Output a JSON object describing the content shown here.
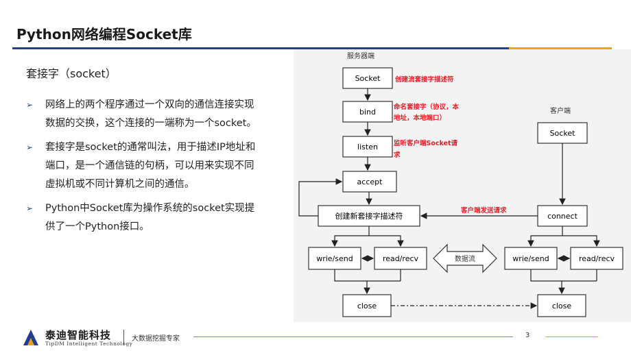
{
  "header": {
    "title": "Python网络编程Socket库"
  },
  "content": {
    "subtitle": "套接字（socket）",
    "bullets": [
      {
        "line1": "网络上的两个程序通过一个双向的通信连接实现",
        "line2": "数据的交换，这个连接的一端称为一个socket。"
      },
      {
        "line1": "套接字是socket的通常叫法，用于描述IP地址和",
        "line2": "端口，是一个通信链的句柄，可以用来实现不同",
        "line3": "虚拟机或不同计算机之间的通信。"
      },
      {
        "line1": "Python中Socket库为操作系统的socket实现提",
        "line2": "供了一个Python接口。"
      }
    ],
    "bullet_icon": "arrow-right-icon"
  },
  "diagram": {
    "server_label": "服务器端",
    "client_label": "客户端",
    "server_nodes": {
      "socket": "Socket",
      "bind": "bind",
      "listen": "listen",
      "accept": "accept",
      "create": "创建新套接字描述符",
      "send": "wrie/send",
      "recv": "read/recv",
      "close": "close"
    },
    "client_nodes": {
      "socket": "Socket",
      "connect": "connect",
      "send": "wrie/send",
      "recv": "read/recv",
      "close": "close"
    },
    "annotations": {
      "socket_note": "创建流套接字描述符",
      "bind_note_1": "命名套接字（协议，本",
      "bind_note_2": "地址，本地端口）",
      "listen_note_1": "监听客户端Socket请",
      "listen_note_2": "求",
      "connect_note": "客户端发送请求"
    },
    "data_flow": "数据流",
    "colors": {
      "annotation": "#e8202a",
      "box_border": "#333333"
    }
  },
  "footer": {
    "brand_cn": "泰迪智能科技",
    "brand_en": "TipDM Intelligent Technology",
    "slogan": "大数据挖掘专家",
    "page": "3"
  }
}
